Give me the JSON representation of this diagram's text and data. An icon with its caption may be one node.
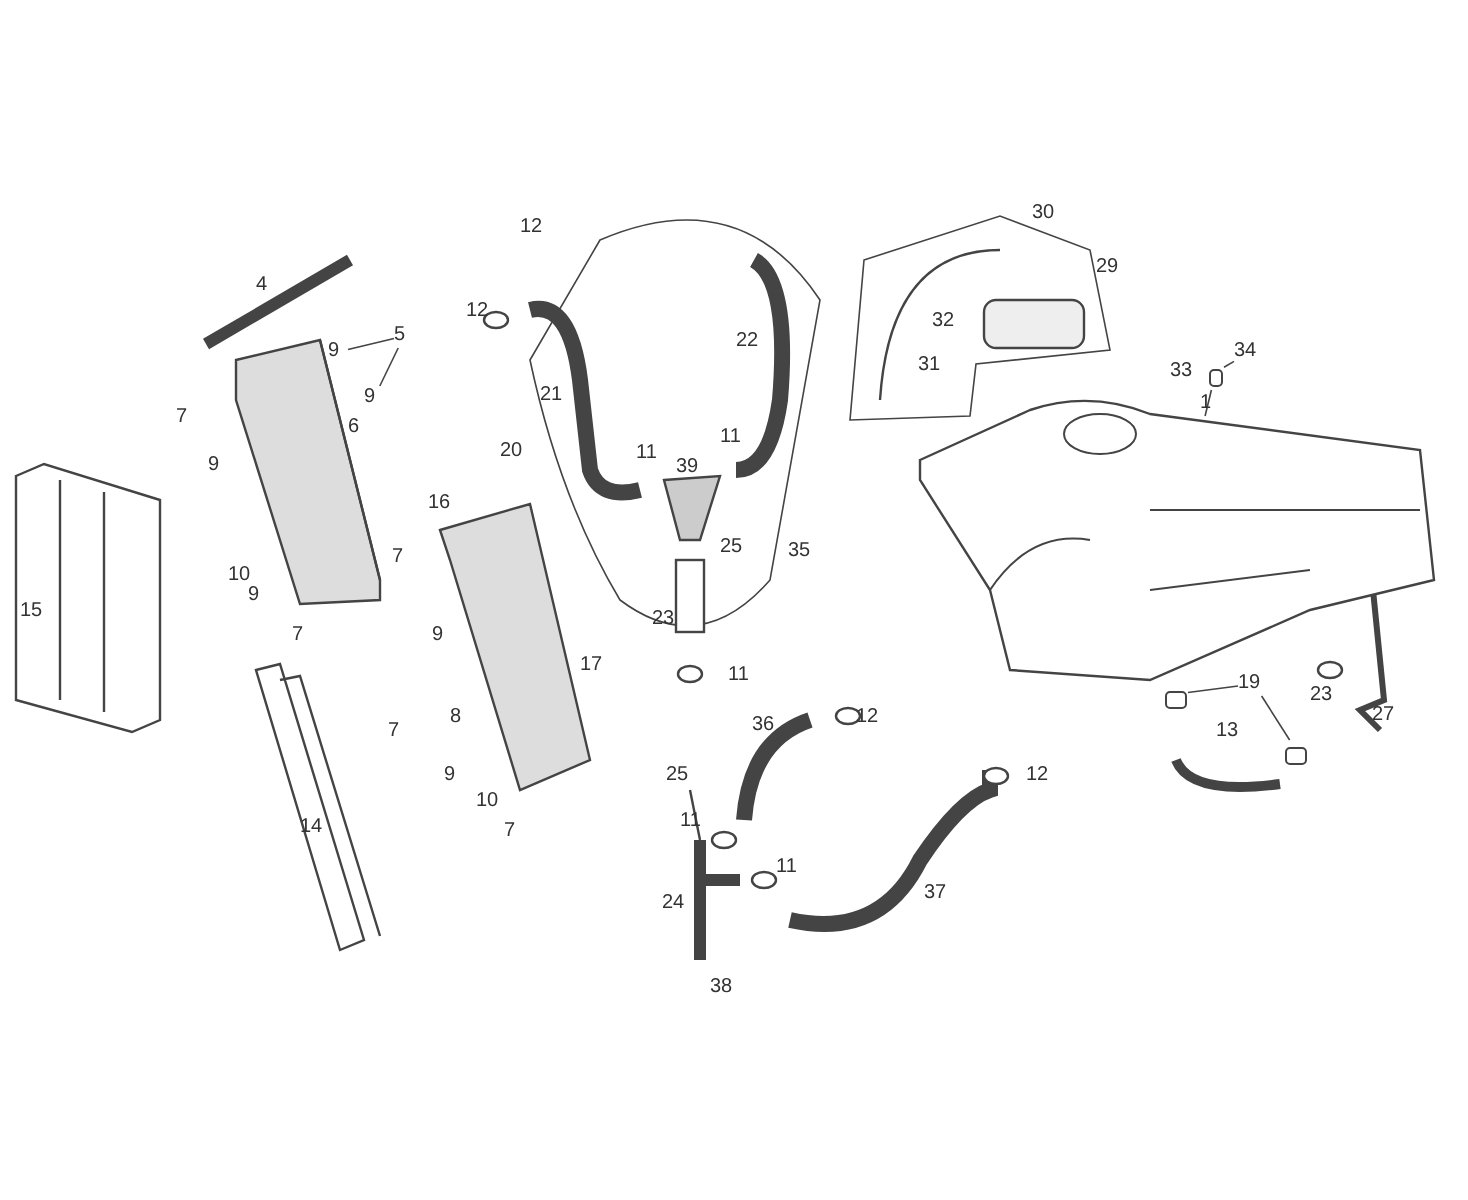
{
  "diagram": {
    "nodes": [
      {
        "text": [
          "1"
        ]
      },
      {
        "text": [],
        "shape": "picture"
      },
      {
        "text": [
          "5"
        ]
      },
      {
        "text": [
          "9"
        ]
      },
      {
        "text": [
          "9"
        ]
      },
      {
        "text": [
          "19"
        ]
      },
      {
        "text": [],
        "shape": "box"
      },
      {
        "text": [],
        "shape": "box"
      },
      {
        "text": [
          "34"
        ]
      },
      {
        "text": [],
        "shape": "box"
      }
    ],
    "edges": [
      {
        "from": 0,
        "to": 1,
        "arrow": "none"
      },
      {
        "from": 2,
        "to": 3,
        "arrow": "none"
      },
      {
        "from": 2,
        "to": 4,
        "arrow": "none"
      },
      {
        "from": 5,
        "to": 6,
        "arrow": "none"
      },
      {
        "from": 5,
        "to": 7,
        "arrow": "none"
      },
      {
        "from": 8,
        "to": 9,
        "arrow": "none"
      }
    ],
    "labels": [
      "12",
      "30",
      "29",
      "12",
      "22",
      "32",
      "31",
      "33",
      "4",
      "6",
      "21",
      "7",
      "9",
      "20",
      "11",
      "39",
      "11",
      "16",
      "10",
      "9",
      "7",
      "15",
      "7",
      "9",
      "17",
      "8",
      "7",
      "9",
      "10",
      "14",
      "7",
      "25",
      "35",
      "23",
      "11",
      "36",
      "12",
      "23",
      "13",
      "27",
      "25",
      "12",
      "11",
      "11",
      "24",
      "37",
      "38"
    ]
  }
}
